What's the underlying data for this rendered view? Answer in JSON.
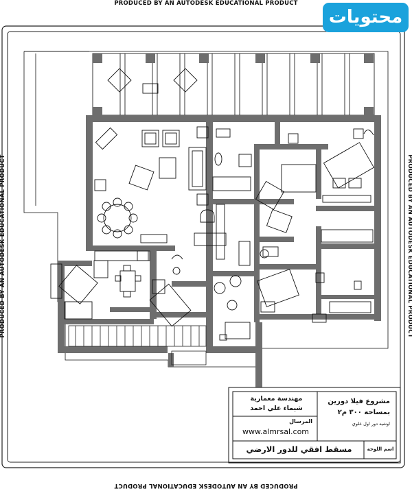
{
  "watermark": "PRODUCED BY AN AUTODESK EDUCATIONAL PRODUCT",
  "logo": {
    "text": "محتويات",
    "color": "#1aa2dc"
  },
  "title_block": {
    "project_title": "مشروع فيلا دورين",
    "area": "بمساحة ٣٠٠ م٢",
    "note": "اوشيه دور اول علوي",
    "designer_role": "مهندسة معمارية",
    "designer_name": "شيماء علي احمد",
    "website_label": "المرسال",
    "website": "www.almrsal.com",
    "drawing_title": "مسقط افقي للدور الارضي",
    "sheet_label": "اسم اللوحة"
  },
  "colors": {
    "wall": "#6e6e6e",
    "line": "#111111"
  }
}
